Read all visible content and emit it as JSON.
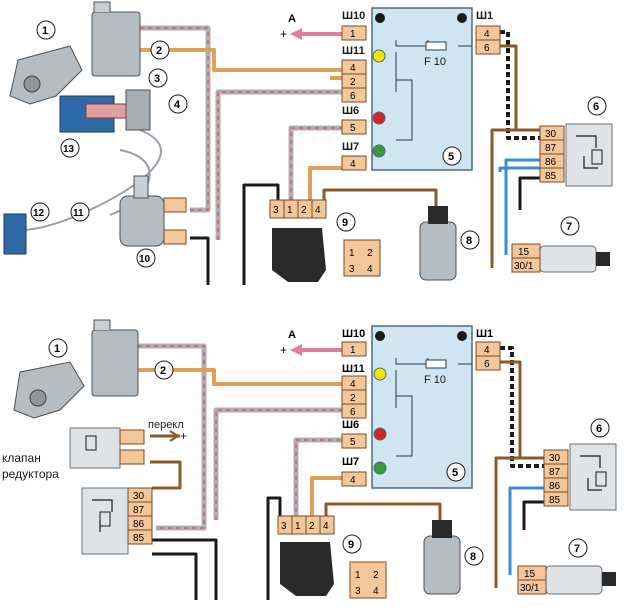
{
  "colors": {
    "block_fill": "#cfe6f2",
    "block_stroke": "#4b6b7d",
    "pin_fill": "#f4c79a",
    "pin_stroke": "#7a4a20",
    "wire_orange": "#e2a056",
    "wire_pink": "#e87a7a",
    "wire_blue": "#3a8fd0",
    "wire_brown": "#8a5a2b",
    "wire_black": "#1a1a1a",
    "wire_grey": "#9aa0a6",
    "led_yellow": "#f2e600",
    "led_red": "#d8241e",
    "led_green": "#3a9a3a"
  },
  "top_diagram": {
    "callouts": [
      "1",
      "2",
      "3",
      "4",
      "5",
      "6",
      "7",
      "8",
      "9",
      "10",
      "11",
      "12",
      "13"
    ],
    "block5": {
      "connectors_left": [
        "Ш10",
        "Ш11",
        "Ш6",
        "Ш7"
      ],
      "connector_right": "Ш1",
      "pins_sh10": [
        "1"
      ],
      "pins_sh11": [
        "4",
        "2",
        "6"
      ],
      "pins_sh6": [
        "5"
      ],
      "pins_sh7": [
        "4"
      ],
      "pins_sh1": [
        "4",
        "6"
      ],
      "fuse": "F 10"
    },
    "relay6_pins": [
      "30",
      "87",
      "86",
      "85"
    ],
    "switch7_pins": [
      "15",
      "30/1"
    ],
    "conn9_pins": [
      "3",
      "1",
      "2",
      "4"
    ],
    "plug_pins": [
      "1",
      "2",
      "3",
      "4"
    ],
    "terminal_a": "A",
    "plus": "+"
  },
  "bottom_diagram": {
    "callouts": [
      "1",
      "2",
      "5",
      "6",
      "7",
      "8",
      "9"
    ],
    "block5": {
      "connectors_left": [
        "Ш10",
        "Ш11",
        "Ш6",
        "Ш7"
      ],
      "connector_right": "Ш1",
      "pins_sh10": [
        "1"
      ],
      "pins_sh11": [
        "4",
        "2",
        "6"
      ],
      "pins_sh6": [
        "5"
      ],
      "pins_sh7": [
        "4"
      ],
      "pins_sh1": [
        "4",
        "6"
      ],
      "fuse": "F 10"
    },
    "relay6_pins": [
      "30",
      "87",
      "86",
      "85"
    ],
    "left_relay_pins": [
      "30",
      "87",
      "86",
      "85"
    ],
    "switch7_pins": [
      "15",
      "30/1"
    ],
    "conn9_pins": [
      "3",
      "1",
      "2",
      "4"
    ],
    "plug_pins": [
      "1",
      "2",
      "3",
      "4"
    ],
    "terminal_a": "A",
    "plus": "+",
    "valve_label": "клапан редуктора",
    "valve_label_line1": "клапан",
    "valve_label_line2": "редуктора",
    "switch_label": "перекл",
    "switch_plus": "+"
  }
}
